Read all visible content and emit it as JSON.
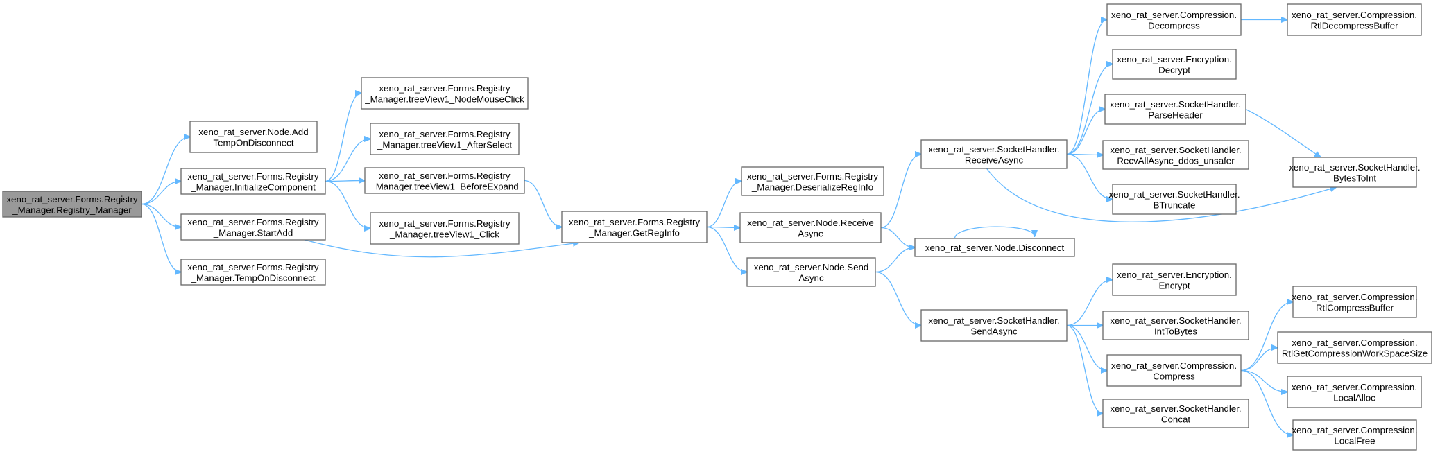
{
  "nodes": [
    {
      "id": "n0",
      "lines": [
        "xeno_rat_server.Forms.Registry",
        "_Manager.Registry_Manager"
      ],
      "root": true
    },
    {
      "id": "n1",
      "lines": [
        "xeno_rat_server.Node.Add",
        "TempOnDisconnect"
      ]
    },
    {
      "id": "n2",
      "lines": [
        "xeno_rat_server.Forms.Registry",
        "_Manager.InitializeComponent"
      ]
    },
    {
      "id": "n3",
      "lines": [
        "xeno_rat_server.Forms.Registry",
        "_Manager.StartAdd"
      ]
    },
    {
      "id": "n4",
      "lines": [
        "xeno_rat_server.Forms.Registry",
        "_Manager.TempOnDisconnect"
      ]
    },
    {
      "id": "n5",
      "lines": [
        "xeno_rat_server.Forms.Registry",
        "_Manager.treeView1_NodeMouseClick"
      ]
    },
    {
      "id": "n6",
      "lines": [
        "xeno_rat_server.Forms.Registry",
        "_Manager.treeView1_AfterSelect"
      ]
    },
    {
      "id": "n7",
      "lines": [
        "xeno_rat_server.Forms.Registry",
        "_Manager.treeView1_BeforeExpand"
      ]
    },
    {
      "id": "n8",
      "lines": [
        "xeno_rat_server.Forms.Registry",
        "_Manager.treeView1_Click"
      ]
    },
    {
      "id": "n9",
      "lines": [
        "xeno_rat_server.Forms.Registry",
        "_Manager.GetRegInfo"
      ]
    },
    {
      "id": "n10",
      "lines": [
        "xeno_rat_server.Forms.Registry",
        "_Manager.DeserializeRegInfo"
      ]
    },
    {
      "id": "n11",
      "lines": [
        "xeno_rat_server.Node.Receive",
        "Async"
      ]
    },
    {
      "id": "n12",
      "lines": [
        "xeno_rat_server.Node.Send",
        "Async"
      ]
    },
    {
      "id": "n13",
      "lines": [
        "xeno_rat_server.SocketHandler.",
        "ReceiveAsync"
      ]
    },
    {
      "id": "n14",
      "lines": [
        "xeno_rat_server.Node.Disconnect"
      ]
    },
    {
      "id": "n15",
      "lines": [
        "xeno_rat_server.SocketHandler.",
        "SendAsync"
      ]
    },
    {
      "id": "n16",
      "lines": [
        "xeno_rat_server.Compression.",
        "Decompress"
      ]
    },
    {
      "id": "n17",
      "lines": [
        "xeno_rat_server.Encryption.",
        "Decrypt"
      ]
    },
    {
      "id": "n18",
      "lines": [
        "xeno_rat_server.SocketHandler.",
        "ParseHeader"
      ]
    },
    {
      "id": "n19",
      "lines": [
        "xeno_rat_server.SocketHandler.",
        "RecvAllAsync_ddos_unsafer"
      ]
    },
    {
      "id": "n20",
      "lines": [
        "xeno_rat_server.SocketHandler.",
        "BTruncate"
      ]
    },
    {
      "id": "n21",
      "lines": [
        "xeno_rat_server.Encryption.",
        "Encrypt"
      ]
    },
    {
      "id": "n22",
      "lines": [
        "xeno_rat_server.SocketHandler.",
        "IntToBytes"
      ]
    },
    {
      "id": "n23",
      "lines": [
        "xeno_rat_server.Compression.",
        "Compress"
      ]
    },
    {
      "id": "n24",
      "lines": [
        "xeno_rat_server.SocketHandler.",
        "Concat"
      ]
    },
    {
      "id": "n25",
      "lines": [
        "xeno_rat_server.Compression.",
        "RtlDecompressBuffer"
      ]
    },
    {
      "id": "n26",
      "lines": [
        "xeno_rat_server.SocketHandler.",
        "BytesToInt"
      ]
    },
    {
      "id": "n27",
      "lines": [
        "xeno_rat_server.Compression.",
        "RtlCompressBuffer"
      ]
    },
    {
      "id": "n28",
      "lines": [
        "xeno_rat_server.Compression.",
        "RtlGetCompressionWorkSpaceSize"
      ]
    },
    {
      "id": "n29",
      "lines": [
        "xeno_rat_server.Compression.",
        "LocalAlloc"
      ]
    },
    {
      "id": "n30",
      "lines": [
        "xeno_rat_server.Compression.",
        "LocalFree"
      ]
    }
  ],
  "edges": [
    [
      "n0",
      "n1"
    ],
    [
      "n0",
      "n2"
    ],
    [
      "n0",
      "n3"
    ],
    [
      "n0",
      "n4"
    ],
    [
      "n2",
      "n5"
    ],
    [
      "n2",
      "n6"
    ],
    [
      "n2",
      "n7"
    ],
    [
      "n2",
      "n8"
    ],
    [
      "n3",
      "n9"
    ],
    [
      "n7",
      "n9"
    ],
    [
      "n9",
      "n10"
    ],
    [
      "n9",
      "n11"
    ],
    [
      "n9",
      "n12"
    ],
    [
      "n11",
      "n13"
    ],
    [
      "n11",
      "n14"
    ],
    [
      "n12",
      "n14"
    ],
    [
      "n12",
      "n15"
    ],
    [
      "n14",
      "n14"
    ],
    [
      "n13",
      "n16"
    ],
    [
      "n13",
      "n17"
    ],
    [
      "n13",
      "n18"
    ],
    [
      "n13",
      "n19"
    ],
    [
      "n13",
      "n20"
    ],
    [
      "n13",
      "n26"
    ],
    [
      "n16",
      "n25"
    ],
    [
      "n18",
      "n26"
    ],
    [
      "n15",
      "n21"
    ],
    [
      "n15",
      "n22"
    ],
    [
      "n15",
      "n23"
    ],
    [
      "n15",
      "n24"
    ],
    [
      "n23",
      "n27"
    ],
    [
      "n23",
      "n28"
    ],
    [
      "n23",
      "n29"
    ],
    [
      "n23",
      "n30"
    ]
  ],
  "colors": {
    "edge": "#63b8ff",
    "node_border": "#666666",
    "root_fill": "#999999"
  }
}
